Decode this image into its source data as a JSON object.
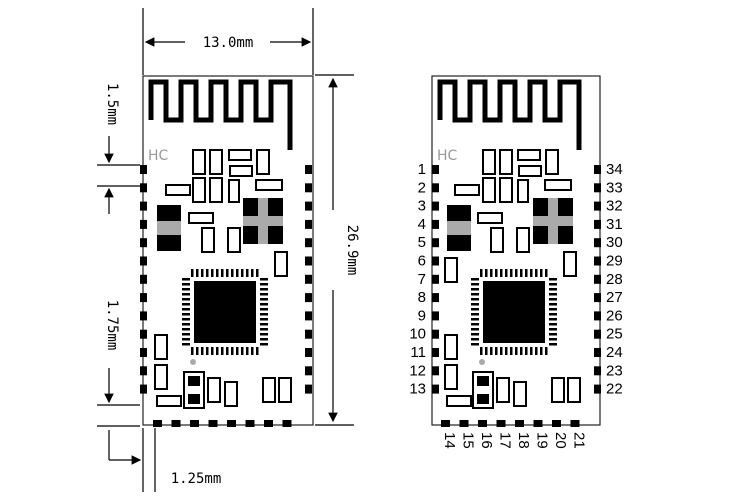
{
  "dimensions": {
    "width": "13.0mm",
    "height": "26.9mm",
    "antenna_gap": "1.5mm",
    "pin_pitch": "1.75mm",
    "edge_offset": "1.25mm"
  },
  "silkscreen": "HC",
  "pins": {
    "left": [
      "1",
      "2",
      "3",
      "4",
      "5",
      "6",
      "7",
      "8",
      "9",
      "10",
      "11",
      "12",
      "13"
    ],
    "bottom": [
      "14",
      "15",
      "16",
      "17",
      "18",
      "19",
      "20",
      "21"
    ],
    "right": [
      "34",
      "33",
      "32",
      "31",
      "30",
      "29",
      "28",
      "27",
      "26",
      "25",
      "24",
      "23",
      "22"
    ]
  }
}
